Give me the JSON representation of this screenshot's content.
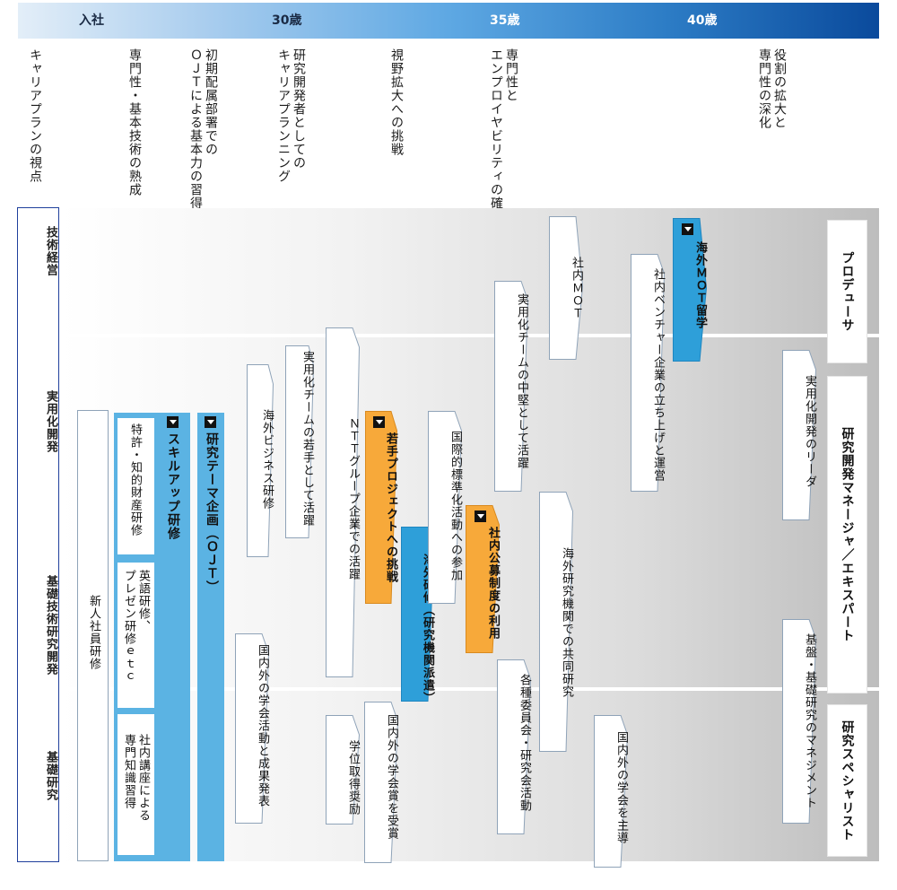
{
  "timeline": {
    "labels": [
      "入社",
      "30歳",
      "35歳",
      "40歳"
    ]
  },
  "viewpoints": [
    "キャリアプランの視点",
    "専門性・基本技術の熟成",
    "初期配属部署での\nＯＪＴによる基本力の習得",
    "研究開発者としての\nキャリアプランニング",
    "視野拡大への挑戦",
    "専門性と\nエンプロイヤビリティの確立",
    "役割の拡大と\n専門性の深化"
  ],
  "areas": [
    "技術経営",
    "実用化開発",
    "基礎技術研究開発",
    "基礎研究"
  ],
  "new_hire": "新人社員研修",
  "skillup": {
    "title": "スキルアップ研修",
    "items": [
      "特許・知的財産研修",
      "英語研修、\nプレゼン研修ｅｔｃ",
      "社内講座による\n専門知識習得"
    ]
  },
  "research_theme": "研究テーマ企画（ＯＪＴ）",
  "arrows": [
    {
      "id": "overseas-business-training",
      "text": "海外ビジネス研修",
      "color": "white"
    },
    {
      "id": "practical-team-young",
      "text": "実用化チームの若手として活躍",
      "color": "white"
    },
    {
      "id": "ntt-group",
      "text": "ＮＴＴグループ企業での活躍",
      "color": "white"
    },
    {
      "id": "young-project",
      "text": "若手プロジェクトへの挑戦",
      "color": "orange",
      "marker": true
    },
    {
      "id": "overseas-training",
      "text": "海外研修（研究機関派遣）",
      "color": "blue"
    },
    {
      "id": "intl-standard",
      "text": "国際的標準化活動への参加",
      "color": "white"
    },
    {
      "id": "internal-recruitment",
      "text": "社内公募制度の利用",
      "color": "orange",
      "marker": true
    },
    {
      "id": "practical-team-mid",
      "text": "実用化チームの中堅として活躍",
      "color": "white"
    },
    {
      "id": "internal-mot",
      "text": "社内ＭＯＴ",
      "color": "white"
    },
    {
      "id": "overseas-joint-research",
      "text": "海外研究機関での共同研究",
      "color": "white"
    },
    {
      "id": "venture",
      "text": "社内ベンチャー企業の立ち上げと運営",
      "color": "white"
    },
    {
      "id": "overseas-mot",
      "text": "海外ＭＯＴ留学",
      "color": "blue",
      "marker": true
    },
    {
      "id": "conference-activity",
      "text": "国内外の学会活動と成果発表",
      "color": "white"
    },
    {
      "id": "degree",
      "text": "学位取得奨励",
      "color": "white"
    },
    {
      "id": "conference-award",
      "text": "国内外の学会賞を受賞",
      "color": "white"
    },
    {
      "id": "committee",
      "text": "各種委員会・研究会活動",
      "color": "white"
    },
    {
      "id": "conference-lead",
      "text": "国内外の学会を主導",
      "color": "white"
    },
    {
      "id": "practical-leader",
      "text": "実用化開発のリーダ",
      "color": "white"
    },
    {
      "id": "basic-management",
      "text": "基盤・基礎研究のマネジメント",
      "color": "white"
    }
  ],
  "roles": [
    "プロデューサ",
    "研究開発マネージャ／エキスパート",
    "研究スペシャリスト"
  ],
  "colors": {
    "orange": "#f7a93a",
    "blue": "#2e9fd9",
    "light_blue": "#5bb3e3",
    "navy_border": "#1f3f9c"
  }
}
